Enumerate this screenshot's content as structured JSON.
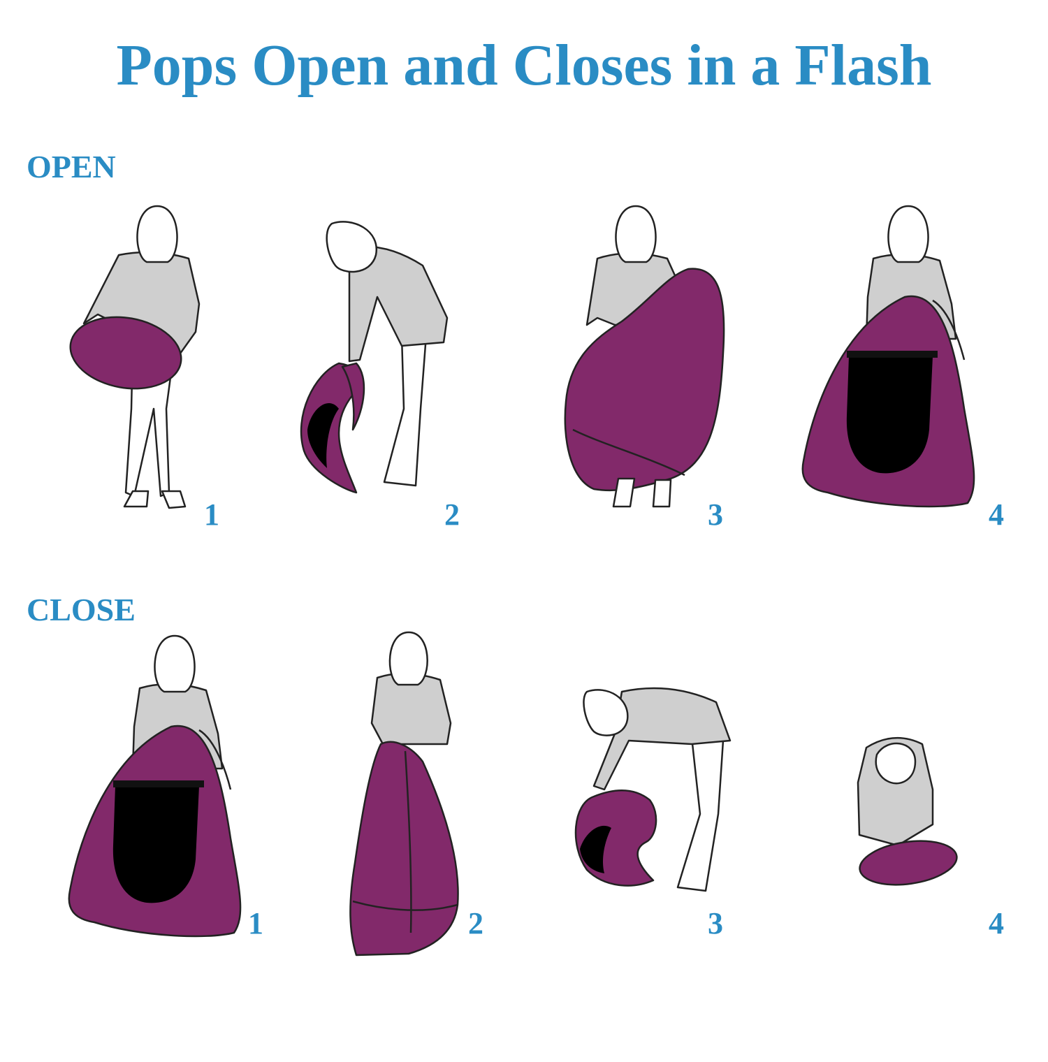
{
  "title": "Pops Open and Closes in a Flash",
  "sections": [
    {
      "label": "OPEN",
      "steps": [
        {
          "number": "1",
          "pose": "standing-holding-folded"
        },
        {
          "number": "2",
          "pose": "bending-release"
        },
        {
          "number": "3",
          "pose": "standing-holding-expanding"
        },
        {
          "number": "4",
          "pose": "standing-behind-open-tent"
        }
      ]
    },
    {
      "label": "CLOSE",
      "steps": [
        {
          "number": "1",
          "pose": "standing-behind-open-tent"
        },
        {
          "number": "2",
          "pose": "standing-folding-sides"
        },
        {
          "number": "3",
          "pose": "bending-twisting"
        },
        {
          "number": "4",
          "pose": "crouching-packed"
        }
      ]
    }
  ],
  "colors": {
    "accent": "#2a8cc4",
    "tent": "#82296a",
    "window": "#000000",
    "shirt": "#cfcfcf",
    "outline": "#222222"
  }
}
